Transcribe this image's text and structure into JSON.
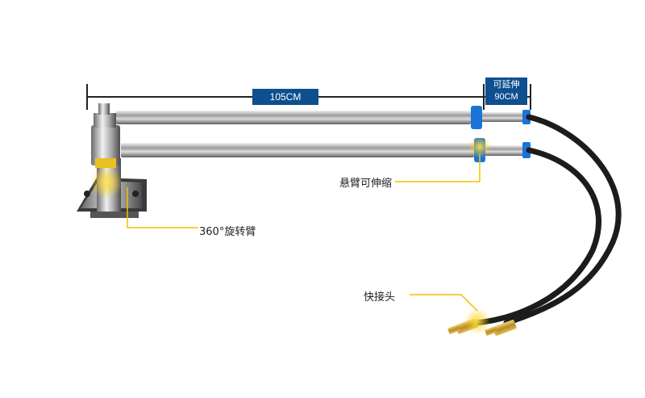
{
  "dimensions": {
    "main_length": "105CM",
    "extension_line1": "可延伸",
    "extension_line2": "90CM"
  },
  "callouts": {
    "rotate": "360°旋转臂",
    "telescopic": "悬臂可伸缩",
    "coupler": "快接头"
  },
  "colors": {
    "dimension_box": "#0d4f8f",
    "callout_highlight": "#ffcc00",
    "ring_blue": "#1a73d9",
    "hose": "#1c1c1c",
    "brass": "#c9a23a"
  }
}
